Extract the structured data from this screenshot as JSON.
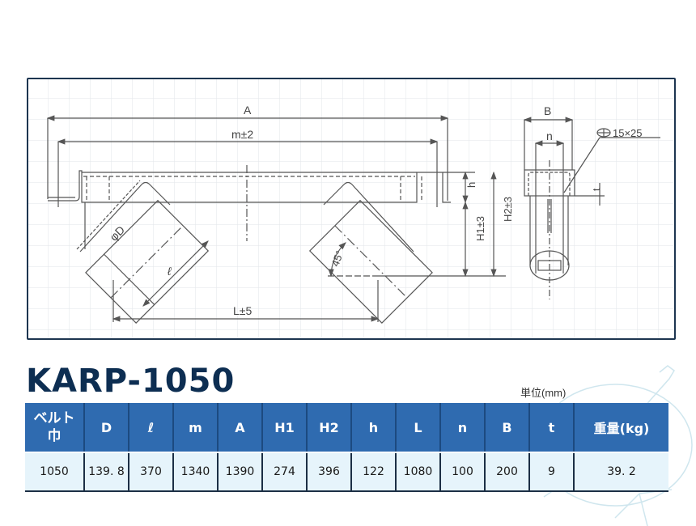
{
  "drawing": {
    "labels": {
      "A": "A",
      "m": "m±2",
      "D": "φD",
      "l": "ℓ",
      "L": "L±5",
      "angle": "45°",
      "h": "h",
      "H1": "H1±3",
      "H2": "H2±3",
      "B": "B",
      "n": "n",
      "t": "t",
      "hole": "15×25"
    },
    "colors": {
      "frame": "#1d3550",
      "grid": "#e2e6ea",
      "line": "#555555"
    }
  },
  "model": {
    "title": "KARP-1050"
  },
  "unit": "単位(mm)",
  "table": {
    "headers": [
      {
        "key": "belt",
        "line1": "ベルト",
        "line2": "巾"
      },
      {
        "key": "D",
        "label": "D"
      },
      {
        "key": "l",
        "label": "ℓ"
      },
      {
        "key": "m",
        "label": "m"
      },
      {
        "key": "A",
        "label": "A"
      },
      {
        "key": "H1",
        "label": "H1"
      },
      {
        "key": "H2",
        "label": "H2"
      },
      {
        "key": "h",
        "label": "h"
      },
      {
        "key": "L",
        "label": "L"
      },
      {
        "key": "n",
        "label": "n"
      },
      {
        "key": "B",
        "label": "B"
      },
      {
        "key": "t",
        "label": "t"
      },
      {
        "key": "weight",
        "label": "重量(kg)"
      }
    ],
    "rows": [
      [
        "1050",
        "139. 8",
        "370",
        "1340",
        "1390",
        "274",
        "396",
        "122",
        "1080",
        "100",
        "200",
        "9",
        "39. 2"
      ]
    ],
    "colors": {
      "header_bg": "#2f6bb0",
      "cell_bg": "#e6f4fb",
      "title": "#0d2e52"
    }
  }
}
